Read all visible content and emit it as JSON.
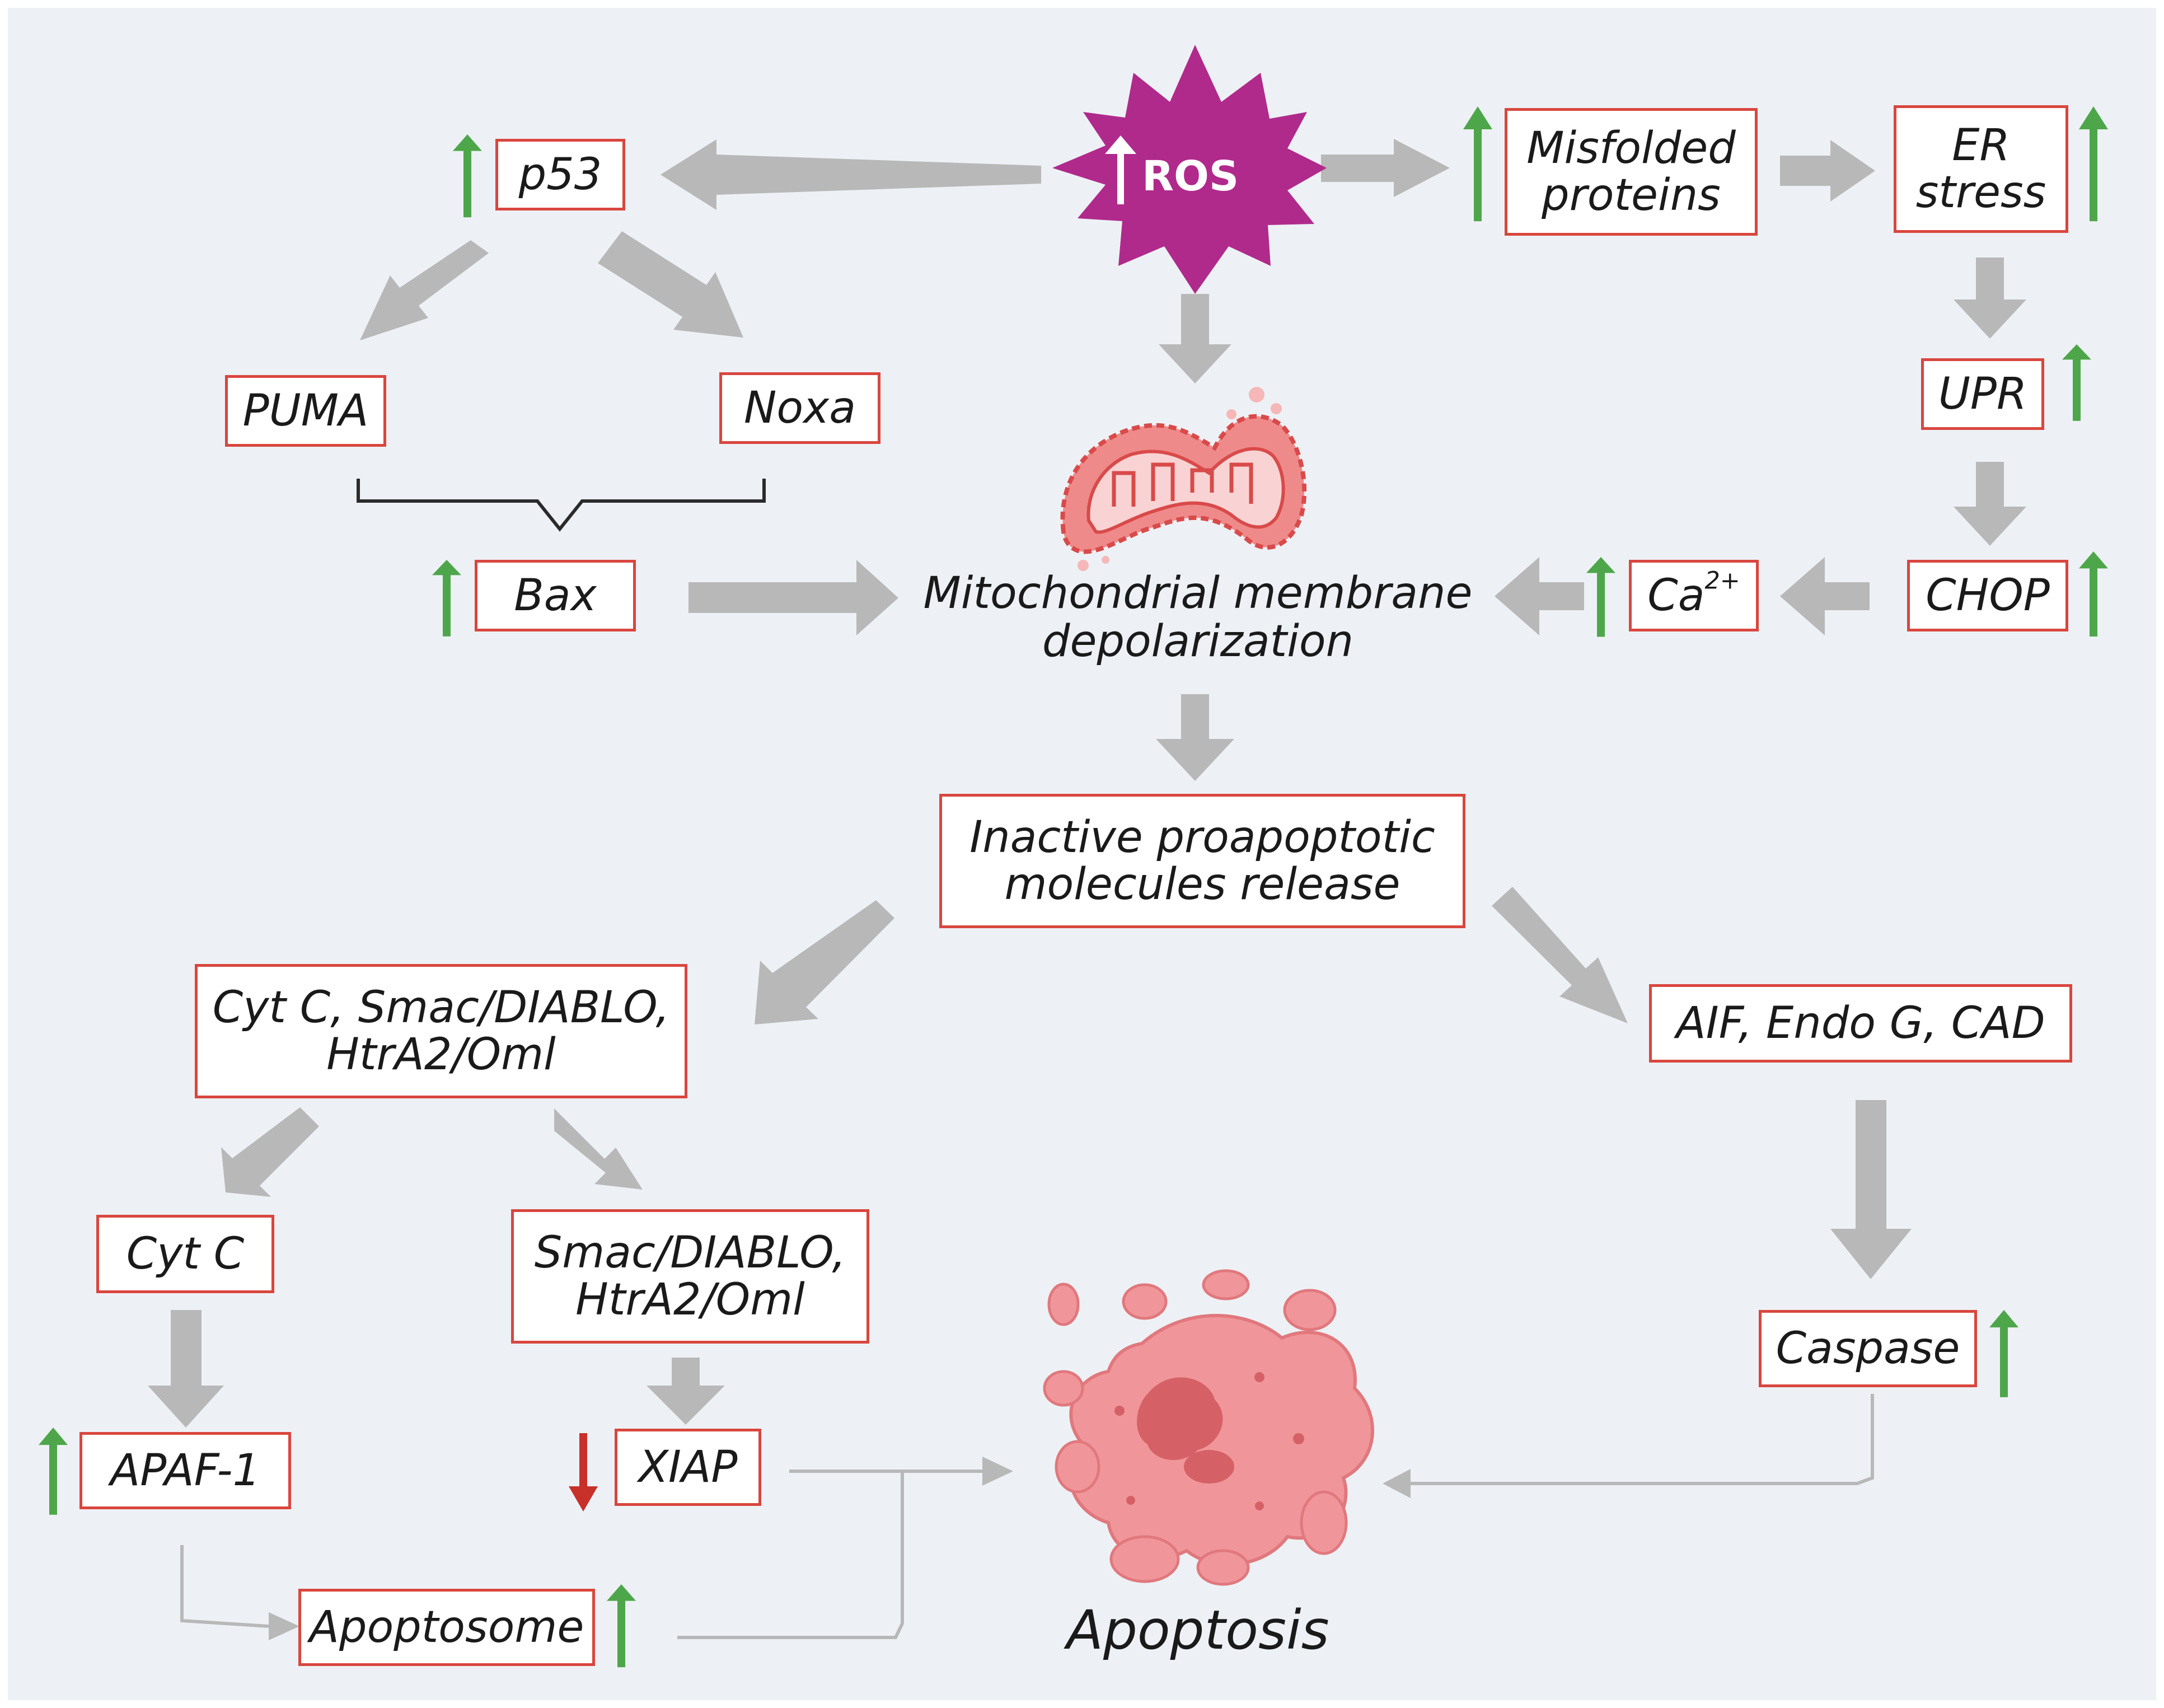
{
  "ros": {
    "label": "ROS"
  },
  "nodes": {
    "p53": "p53",
    "puma": "PUMA",
    "noxa": "Noxa",
    "bax": "Bax",
    "misfolded": "Misfolded\nproteins",
    "er_stress": "ER\nstress",
    "upr": "UPR",
    "chop": "CHOP",
    "ca_base": "Ca",
    "ca_sup": "2+",
    "mito_depol": "Mitochondrial membrane\ndepolarization",
    "inactive_release": "Inactive proapoptotic\nmolecules release",
    "cytc_group": "Cyt C, Smac/DIABLO,\nHtrA2/Oml",
    "aif_group": "AIF, Endo G, CAD",
    "cytc": "Cyt C",
    "smac": "Smac/DIABLO,\nHtrA2/Oml",
    "apaf1": "APAF-1",
    "xiap": "XIAP",
    "apoptosome": "Apoptosome",
    "caspase": "Caspase",
    "apoptosis": "Apoptosis"
  },
  "colors": {
    "background": "#edf1f5",
    "box_border": "#d9463e",
    "ros_burst": "#b02a8c",
    "arrow_gray": "#b8b8b8",
    "up_arrow": "#4ea64a",
    "down_arrow": "#c8302a",
    "mitochondrion": "#ef8a8a",
    "apoptotic_cell": "#f0969a"
  },
  "icons": [
    "ros-burst-icon",
    "mitochondrion-icon",
    "apoptotic-cell-icon",
    "up-regulation-arrow-icon",
    "down-regulation-arrow-icon"
  ]
}
